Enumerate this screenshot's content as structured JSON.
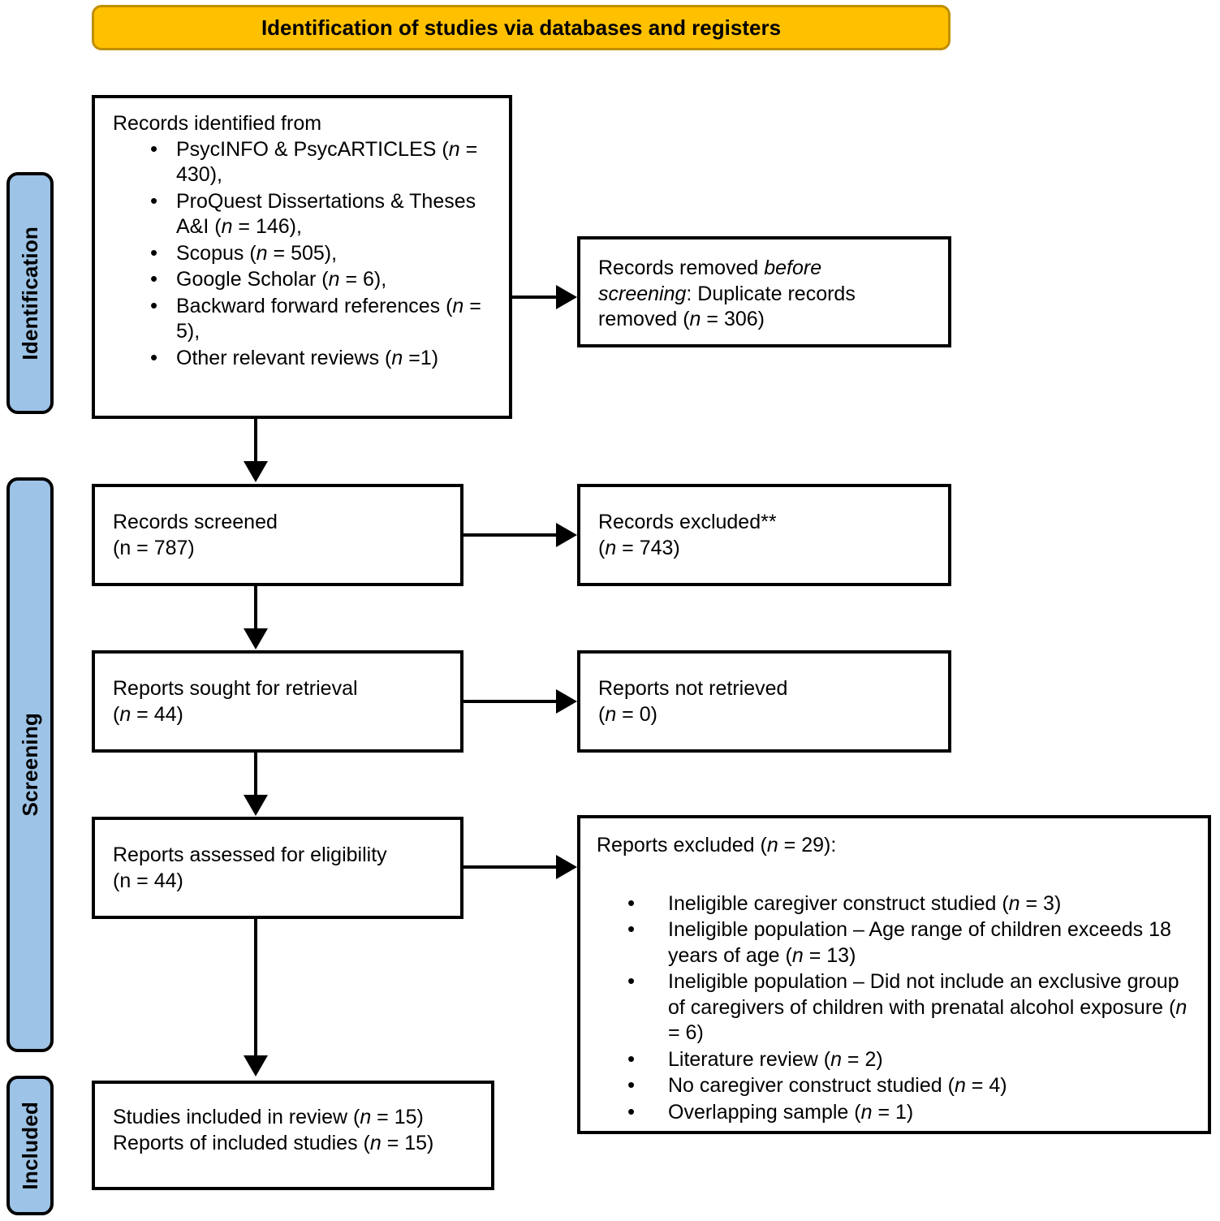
{
  "diagram": {
    "banner_title": "Identification of studies via databases and registers",
    "phases": [
      {
        "key": "identification",
        "label": "Identification"
      },
      {
        "key": "screening",
        "label": "Screening"
      },
      {
        "key": "included",
        "label": "Included"
      }
    ],
    "colors": {
      "banner_fill": "#FFC000",
      "banner_border": "#BF8F00",
      "phase_fill": "#9DC3E6",
      "box_border": "#000000",
      "box_fill": "#FFFFFF",
      "text": "#000000"
    },
    "boxes": {
      "records_identified": {
        "heading": "Records identified from",
        "items": [
          "PsycINFO & PsycARTICLES (n = 430),",
          "ProQuest Dissertations & Theses A&I (n = 146),",
          "Scopus (n = 505),",
          "Google Scholar (n = 6),",
          "Backward forward references (n = 5),",
          "Other relevant reviews (n =1)"
        ]
      },
      "records_removed": {
        "line1": "Records removed before",
        "line2": "screening: Duplicate records",
        "line3": "removed (n = 306)"
      },
      "records_screened": {
        "line1": "Records screened",
        "line2": "(n = 787)"
      },
      "records_excluded": {
        "line1": "Records excluded**",
        "line2": "(n = 743)"
      },
      "reports_sought": {
        "line1": "Reports sought for retrieval",
        "line2": "(n = 44)"
      },
      "reports_not_retrieved": {
        "line1": "Reports not retrieved",
        "line2": "(n = 0)"
      },
      "reports_assessed": {
        "line1": "Reports assessed for eligibility",
        "line2": "(n = 44)"
      },
      "reports_excluded": {
        "heading": "Reports excluded (n = 29):",
        "items": [
          "Ineligible caregiver construct studied (n = 3)",
          "Ineligible population – Age range of children exceeds 18 years of age (n = 13)",
          "Ineligible population – Did not include an exclusive group of caregivers of children with prenatal alcohol exposure (n = 6)",
          "Literature review (n = 2)",
          "No caregiver construct studied (n = 4)",
          "Overlapping sample (n = 1)"
        ]
      },
      "studies_included": {
        "line1": "Studies included in review (n = 15)",
        "line2": "Reports of included studies (n = 15)"
      }
    }
  }
}
